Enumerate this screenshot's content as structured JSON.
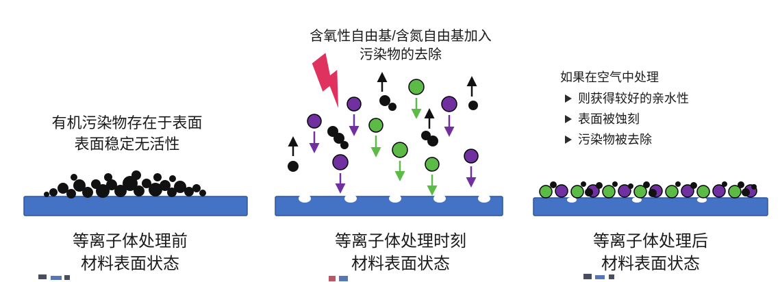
{
  "colors": {
    "surface_blue": "#4472C4",
    "surface_border": "#2E5597",
    "pollutant_black": "#111111",
    "radical_purple": "#7030A0",
    "radical_green": "#5CBA47",
    "lightning_pink": "#E0325F",
    "text_color": "#1A1A1A"
  },
  "icons": {
    "lightning": "lightning-bolt",
    "pollutant": "black-particle",
    "purple_radical": "purple-radical-particle",
    "green_radical": "green-radical-particle",
    "bullet_marker": "arrowhead-right"
  },
  "panels": [
    {
      "stage": "before",
      "description": {
        "line1": "有机污染物存在于表面",
        "line2": "表面稳定无活性"
      },
      "caption": {
        "line1": "等离子体处理前",
        "line2": "材料表面状态"
      }
    },
    {
      "stage": "during",
      "header": {
        "line1": "含氧性自由基/含氮自由基加入",
        "line2": "污染物的去除"
      },
      "caption": {
        "line1": "等离子体处理时刻",
        "line2": "材料表面状态"
      }
    },
    {
      "stage": "after",
      "note": {
        "title": "如果在空气中处理",
        "bullets": [
          "则获得较好的亲水性",
          "表面被蚀刻",
          "污染物被去除"
        ]
      },
      "caption": {
        "line1": "等离子体处理后",
        "line2": "材料表面状态"
      }
    }
  ]
}
